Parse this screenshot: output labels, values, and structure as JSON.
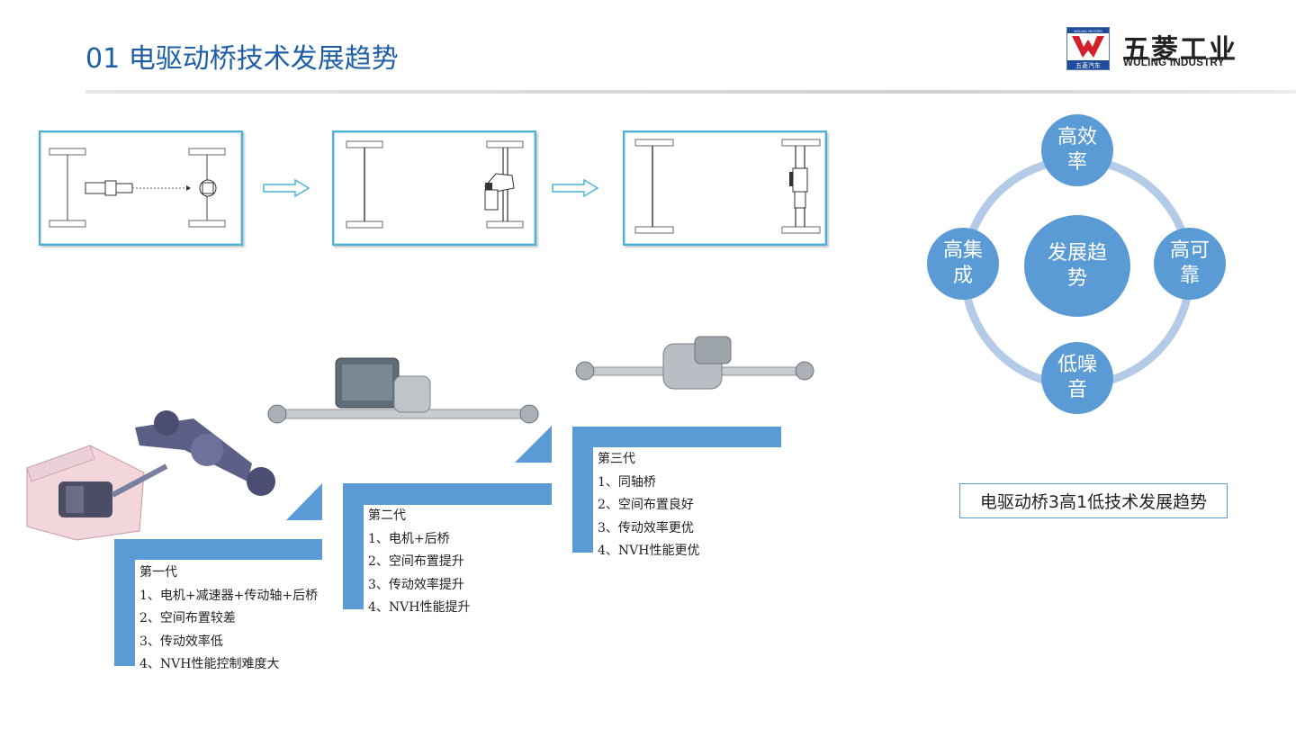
{
  "title": "01 电驱动桥技术发展趋势",
  "logo": {
    "mark_text": "WULING MOTORS",
    "mark_subtext": "五菱汽车",
    "name_cn": "五菱工业",
    "name_en": "WULING INDUSTRY"
  },
  "generations": [
    {
      "heading": "第一代",
      "items": [
        "1、电机+减速器+传动轴+后桥",
        "2、空间布置较差",
        "3、传动效率低",
        "4、NVH性能控制难度大"
      ]
    },
    {
      "heading": "第二代",
      "items": [
        "1、电机+后桥",
        "2、空间布置提升",
        "3、传动效率提升",
        "4、NVH性能提升"
      ]
    },
    {
      "heading": "第三代",
      "items": [
        "1、同轴桥",
        "2、空间布置良好",
        "3、传动效率更优",
        "4、NVH性能更优"
      ]
    }
  ],
  "trend_cycle": {
    "center": "发展趋势",
    "nodes": {
      "top": "高效率",
      "right": "高可靠",
      "bottom": "低噪音",
      "left": "高集成"
    }
  },
  "caption": "电驱动桥3高1低技术发展趋势",
  "colors": {
    "accent_blue": "#5b9bd5",
    "title_blue": "#1f5fa8",
    "ring_blue": "#b4cbe7",
    "box_border": "#4bb3d8",
    "logo_red": "#d4202b"
  }
}
